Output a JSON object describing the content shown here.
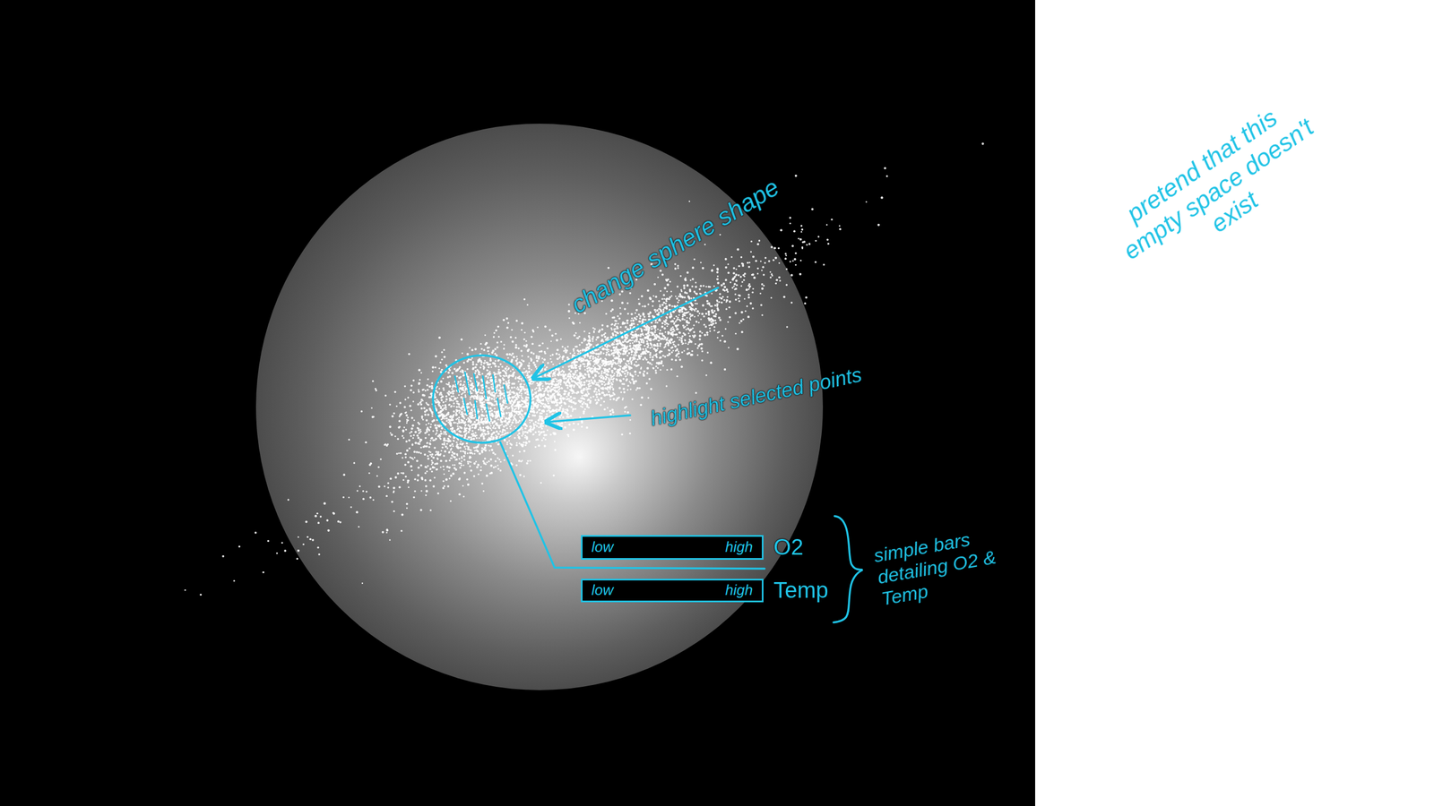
{
  "diagram": {
    "nodes": [
      {
        "text": [
          "low",
          "high",
          "O2"
        ]
      },
      {
        "text": [
          "low",
          "high",
          "Temp"
        ]
      }
    ],
    "labels": [
      "change sphere shape",
      "highlight selected points",
      "simple bars detailing O2 & Temp",
      "pretend that this empty space doesn't exist"
    ]
  }
}
